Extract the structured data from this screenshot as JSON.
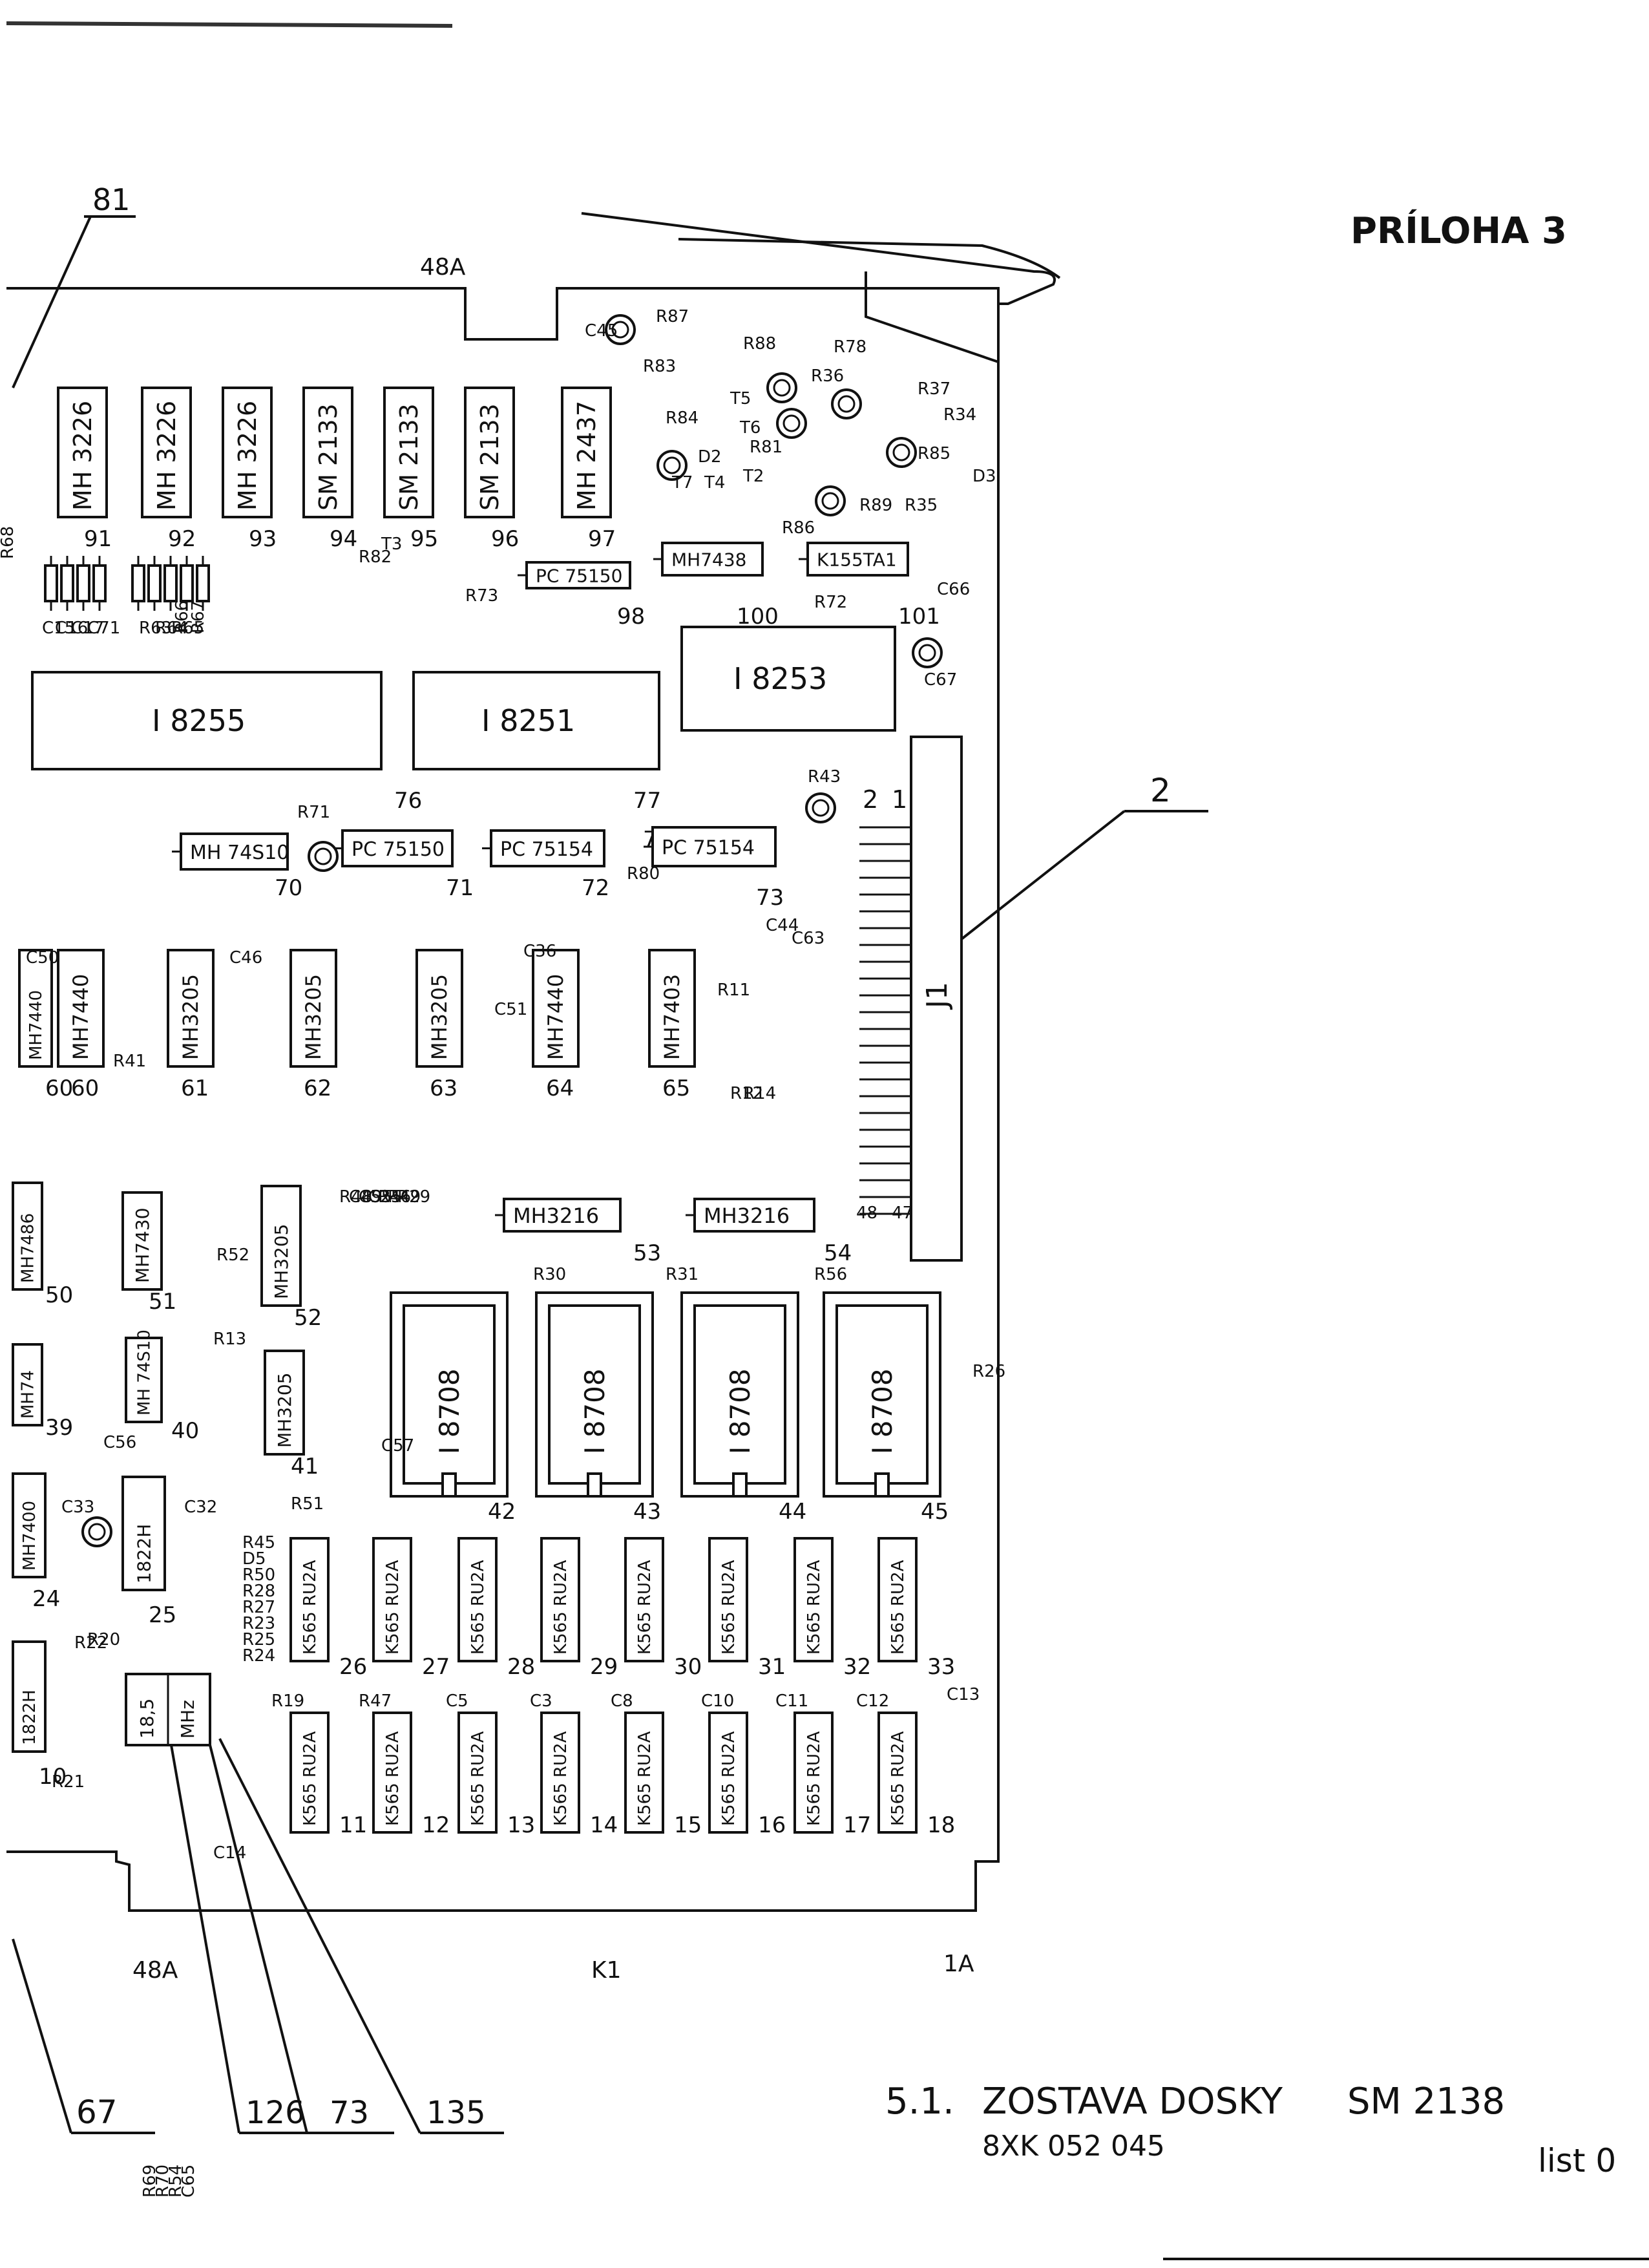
{
  "annex_label": "PRÍLOHA 3",
  "caption": {
    "section": "5.1.",
    "title": "ZOSTAVA DOSKY",
    "board": "SM 2138",
    "doc_number": "8XK 052 045",
    "sheet": "list 0"
  },
  "callouts": [
    "81",
    "2",
    "67",
    "126",
    "73",
    "135"
  ],
  "edge_labels": {
    "top_left": "48A",
    "bottom_left": "48A",
    "bottom_mid": "K1",
    "bottom_right": "1A"
  },
  "connector": {
    "label": "J1",
    "pin_top_a": "2",
    "pin_top_b": "1",
    "pin_bottom_a": "48",
    "pin_bottom_b": "47"
  },
  "row_top_ics": [
    {
      "part": "MH 3226",
      "pos": "91"
    },
    {
      "part": "MH 3226",
      "pos": "92"
    },
    {
      "part": "MH 3226",
      "pos": "93"
    },
    {
      "part": "SM 2133",
      "pos": "94"
    },
    {
      "part": "SM 2133",
      "pos": "95"
    },
    {
      "part": "SM 2133",
      "pos": "96"
    },
    {
      "part": "MH 2437",
      "pos": "97"
    }
  ],
  "large_ics": [
    {
      "part": "I 8255",
      "pos": "76"
    },
    {
      "part": "I 8251",
      "pos": "77"
    },
    {
      "part": "I 8253",
      "pos": "78"
    }
  ],
  "small_ics_top": [
    {
      "part": "PC 75150",
      "pos": "98"
    },
    {
      "part": "MH7438",
      "pos": "100"
    },
    {
      "part": "K155TA1",
      "pos": "101"
    }
  ],
  "row_mid_ics": [
    {
      "part": "MH 74S10",
      "pos": "70"
    },
    {
      "part": "PC 75150",
      "pos": "71"
    },
    {
      "part": "PC 75154",
      "pos": "72"
    },
    {
      "part": "PC 75154",
      "pos": "73"
    }
  ],
  "row_60_ics": [
    {
      "part": "MH7440",
      "pos": "60"
    },
    {
      "part": "MH3205",
      "pos": "61"
    },
    {
      "part": "MH3205",
      "pos": "62"
    },
    {
      "part": "MH3205",
      "pos": "63"
    },
    {
      "part": "MH7440",
      "pos": "64"
    },
    {
      "part": "MH7403",
      "pos": "65"
    }
  ],
  "row_50_ics": [
    {
      "part": "MH7430",
      "pos": "51"
    },
    {
      "part": "MH3205",
      "pos": "52"
    },
    {
      "part": "MH3216",
      "pos": "53"
    },
    {
      "part": "MH3216",
      "pos": "54"
    }
  ],
  "eprom_ics": [
    {
      "part": "I 8708",
      "pos": "42"
    },
    {
      "part": "I 8708",
      "pos": "43"
    },
    {
      "part": "I 8708",
      "pos": "44"
    },
    {
      "part": "I 8708",
      "pos": "45"
    }
  ],
  "misc_ics": [
    {
      "part": "MH 74S10",
      "pos": "40"
    },
    {
      "part": "MH3205",
      "pos": "41"
    },
    {
      "part": "1822H",
      "pos": "25"
    },
    {
      "part": "18,5",
      "pos": ""
    },
    {
      "part": "MHz",
      "pos": ""
    }
  ],
  "ram_row_upper": [
    {
      "part": "K565 RU2A",
      "pos": "26"
    },
    {
      "part": "K565 RU2A",
      "pos": "27"
    },
    {
      "part": "K565 RU2A",
      "pos": "28"
    },
    {
      "part": "K565 RU2A",
      "pos": "29"
    },
    {
      "part": "K565 RU2A",
      "pos": "30"
    },
    {
      "part": "K565 RU2A",
      "pos": "31"
    },
    {
      "part": "K565 RU2A",
      "pos": "32"
    },
    {
      "part": "K565 RU2A",
      "pos": "33"
    }
  ],
  "ram_row_lower": [
    {
      "part": "K565 RU2A",
      "pos": "11"
    },
    {
      "part": "K565 RU2A",
      "pos": "12"
    },
    {
      "part": "K565 RU2A",
      "pos": "13"
    },
    {
      "part": "K565 RU2A",
      "pos": "14"
    },
    {
      "part": "K565 RU2A",
      "pos": "15"
    },
    {
      "part": "K565 RU2A",
      "pos": "16"
    },
    {
      "part": "K565 RU2A",
      "pos": "17"
    },
    {
      "part": "K565 RU2A",
      "pos": "18"
    }
  ],
  "left_cut_ics": [
    {
      "part": "MH7440",
      "pos": "60"
    },
    {
      "part": "MH7486",
      "pos": "50"
    },
    {
      "part": "MH74",
      "pos": "39"
    },
    {
      "part": "MH7400",
      "pos": "24"
    },
    {
      "part": "1822H",
      "pos": "10"
    }
  ],
  "components": [
    "C45",
    "R87",
    "R83",
    "R88",
    "R78",
    "R36",
    "R37",
    "R34",
    "R84",
    "R81",
    "D2",
    "T5",
    "T6",
    "T7",
    "T4",
    "T2",
    "R85",
    "D3",
    "R86",
    "R89",
    "R35",
    "R82",
    "T3",
    "R73",
    "R72",
    "C66",
    "C67",
    "R43",
    "R71",
    "R80",
    "C44",
    "C63",
    "C46",
    "R41",
    "C51",
    "C36",
    "R11",
    "R12",
    "R14",
    "C50",
    "R52",
    "R13",
    "R48",
    "C49",
    "C55",
    "C25",
    "R46",
    "R49",
    "R29",
    "R30",
    "R31",
    "R56",
    "R26",
    "C56",
    "C57",
    "C33",
    "C32",
    "R51",
    "R45",
    "D5",
    "R50",
    "R28",
    "R27",
    "R23",
    "R25",
    "R24",
    "R22",
    "R20",
    "R21",
    "R19",
    "R47",
    "C5",
    "C3",
    "C8",
    "C10",
    "C11",
    "C12",
    "C13",
    "C14",
    "C15",
    "C16",
    "C17",
    "C71",
    "R63",
    "R64",
    "R65",
    "R66",
    "R67",
    "R68",
    "R69",
    "R70",
    "R54",
    "C65"
  ]
}
